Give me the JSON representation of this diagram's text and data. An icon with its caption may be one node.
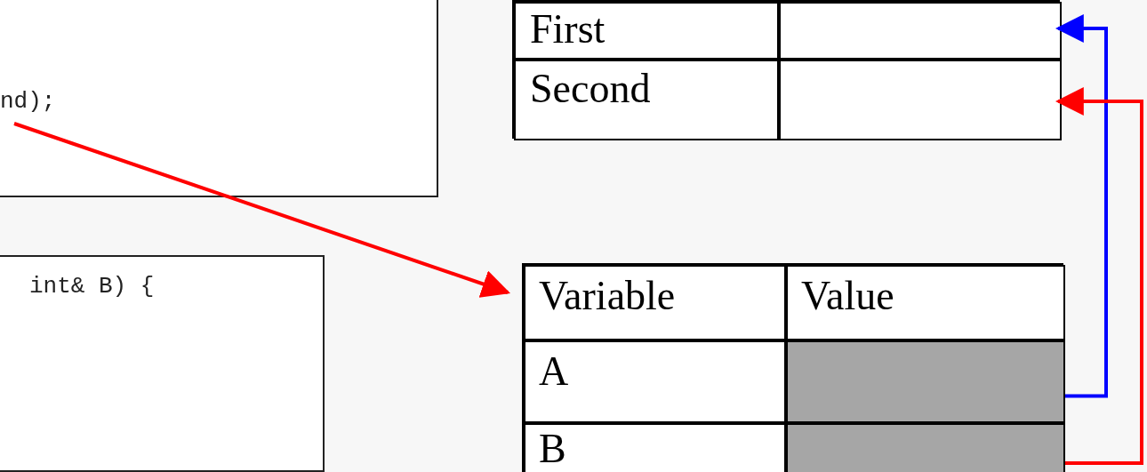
{
  "diagram": {
    "nodes": [
      {
        "text": [],
        "shape": "box"
      },
      {
        "text": [
          "nd);"
        ],
        "in": 0
      },
      {
        "text": [
          "int& B) {"
        ]
      },
      {
        "text": [],
        "shape": "box"
      },
      {
        "text": [
          "First"
        ],
        "in": 3
      },
      {
        "text": [],
        "shape": "box",
        "in": 3
      },
      {
        "text": [
          "Second"
        ],
        "in": 3
      },
      {
        "text": [],
        "shape": "box",
        "in": 3
      },
      {
        "text": [],
        "shape": "box"
      },
      {
        "text": [
          "Variable"
        ],
        "in": 8
      },
      {
        "text": [
          "Value"
        ],
        "in": 8
      },
      {
        "text": [
          "A"
        ],
        "in": 8
      },
      {
        "text": [],
        "shape": "box",
        "in": 8
      },
      {
        "text": [
          "B"
        ],
        "in": 8
      },
      {
        "text": [],
        "shape": "box",
        "in": 8
      }
    ],
    "edges": [
      {
        "from": 1,
        "to": 8,
        "arrow": "to"
      },
      {
        "from": 12,
        "to": 5,
        "arrow": "to",
        "color": "#0000ff"
      },
      {
        "from": 14,
        "to": 7,
        "arrow": "to"
      }
    ]
  }
}
